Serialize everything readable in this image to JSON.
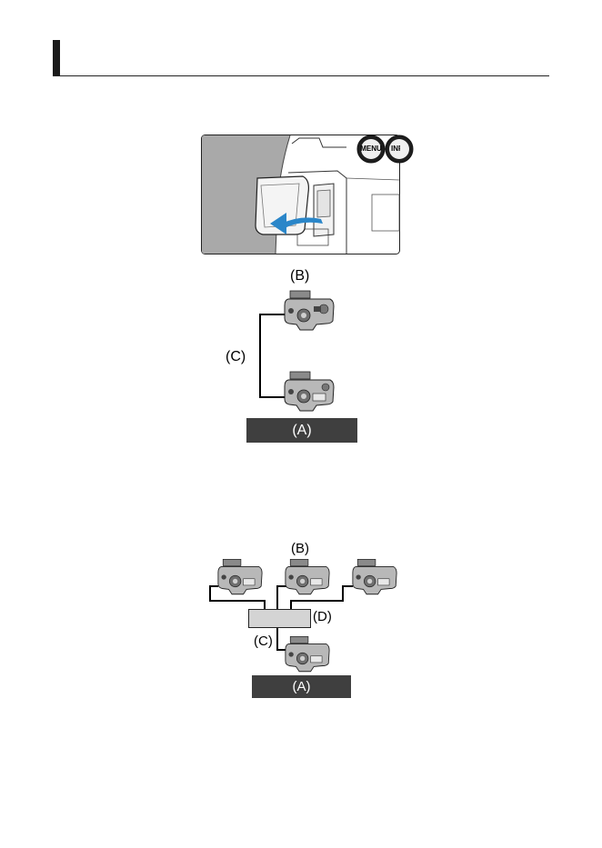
{
  "figure1": {
    "camera_buttons": [
      "MENU",
      "INF"
    ]
  },
  "diagram1": {
    "label_b": "(B)",
    "label_c": "(C)",
    "label_a": "(A)"
  },
  "diagram2": {
    "label_b": "(B)",
    "label_c": "(C)",
    "label_d": "(D)",
    "label_a": "(A)"
  }
}
